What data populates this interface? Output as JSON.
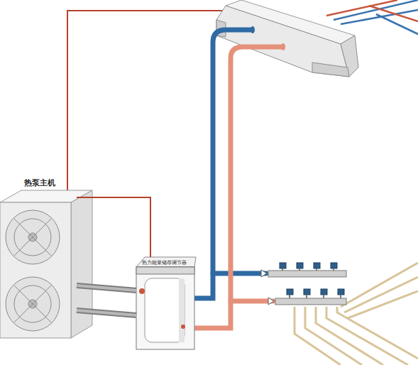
{
  "diagram": {
    "nodes": [
      {
        "text": [
          "热泵主机"
        ]
      },
      {
        "text": [
          "热力能量储存调节器"
        ]
      }
    ],
    "edges": [
      {
        "from": 0,
        "to": 1,
        "arrow": "none"
      },
      {
        "from": 0,
        "to": 1,
        "arrow": "none"
      },
      {
        "from": 0,
        "to": 1,
        "arrow": "none"
      }
    ]
  }
}
